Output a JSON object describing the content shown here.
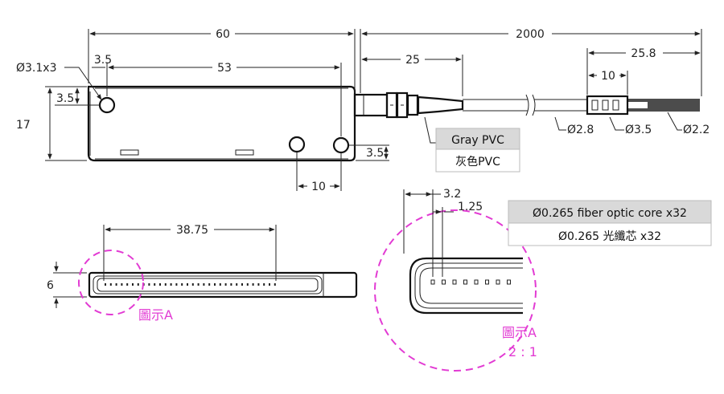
{
  "dimensions": {
    "body_length": "60",
    "hole_spacing": "53",
    "hole_diameter": "Ø3.1x3",
    "hole_offset_top": "3.5",
    "hole_offset_left": "3.5",
    "body_height": "17",
    "lower_hole_offset": "3.5",
    "lower_hole_spacing": "10",
    "cable_length": "2000",
    "boot_length": "25",
    "end_length": "25.8",
    "sleeve_length": "10",
    "cable_diameter": "Ø2.8",
    "sleeve_diameter": "Ø3.5",
    "fiber_bundle_diameter": "Ø2.2",
    "array_length": "38.75",
    "face_height": "6",
    "detail_pitch_a": "3.2",
    "detail_pitch_b": "1.25"
  },
  "labels": {
    "cable_material_en": "Gray PVC",
    "cable_material_zh": "灰色PVC",
    "fiber_core_en": "Ø0.265 fiber optic core x32",
    "fiber_core_zh": "Ø0.265 光纖芯 x32",
    "detail_callout": "圖示A",
    "detail_title": "圖示A",
    "detail_scale": "2 : 1"
  },
  "colors": {
    "line": "#111111",
    "detail_accent": "#e23bd3",
    "label_box_fill": "#d9d9d9",
    "label_box_border": "#bbbbbb"
  }
}
